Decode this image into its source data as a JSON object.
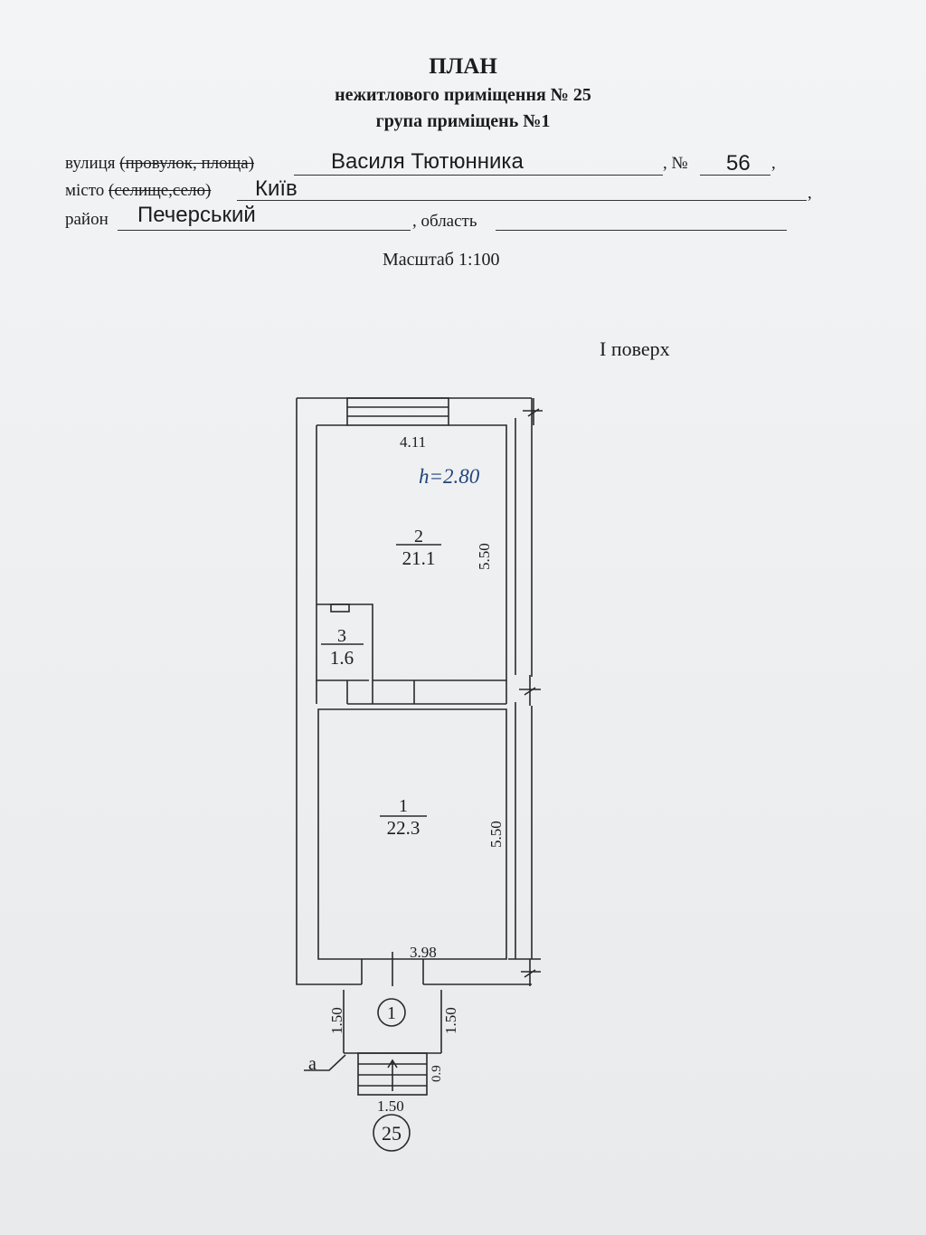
{
  "header": {
    "title": "ПЛАН",
    "subtitle": "нежитлового приміщення № 25",
    "group": "група приміщень №1",
    "scale": "Масштаб 1:100",
    "floor": "І поверх"
  },
  "address": {
    "street_label": "вулиця",
    "street_struck": "(провулок, площа)",
    "street_value": "Василя Тютюнника",
    "number_label": ", №",
    "number_value": "56",
    "city_label": "місто",
    "city_struck": "(селище,село)",
    "city_value": "Київ",
    "district_label": "район",
    "district_value": "Печерський",
    "region_label": ", область"
  },
  "plan": {
    "dim_top": "4.11",
    "ceiling": "h=2.80",
    "rooms": [
      {
        "number": "2",
        "area": "21.1",
        "length": "5.50"
      },
      {
        "number": "3",
        "area": "1.6"
      },
      {
        "number": "1",
        "area": "22.3",
        "length": "5.50"
      }
    ],
    "dim_bottom": "3.98",
    "porch_left": "1.50",
    "porch_right": "1.50",
    "entrance_no": "1",
    "stairs_height": "0.9",
    "stairs_width": "1.50",
    "pointer": "a",
    "unit_no": "25"
  }
}
